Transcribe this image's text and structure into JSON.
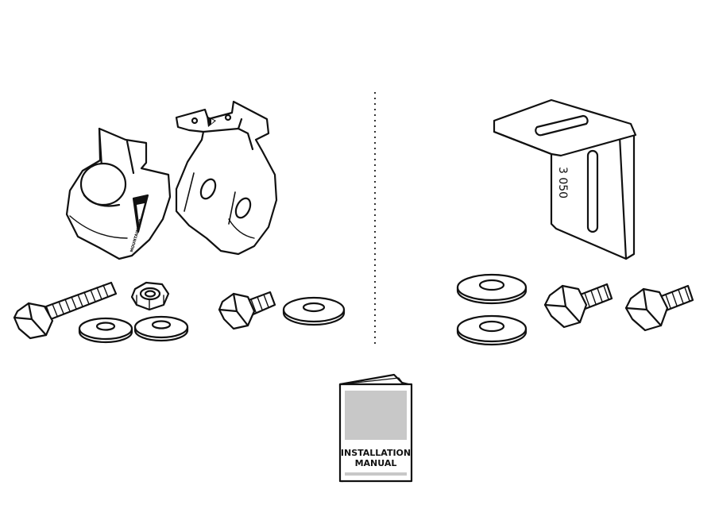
{
  "manual": {
    "line1": "INSTALLATION",
    "line2": "MANUAL"
  },
  "bracket": {
    "code": "3 050"
  },
  "clamp": {
    "brand": "MOUNTAIN TOP"
  },
  "colors": {
    "line": "#111111",
    "fill": "#ffffff",
    "shade": "#c8c8c8",
    "divider": "#333333"
  },
  "icons": [
    "clamp-icon",
    "bracket-icon",
    "bolt-icon",
    "nut-icon",
    "washer-icon",
    "manual-icon"
  ]
}
